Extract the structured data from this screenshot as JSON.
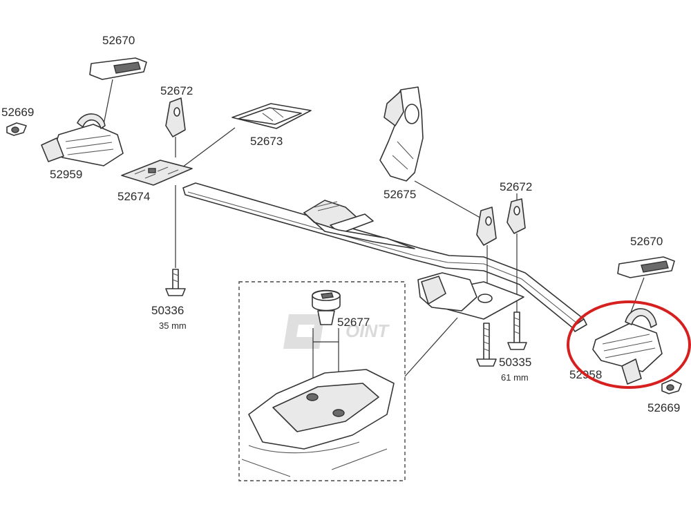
{
  "labels": {
    "p52670_left": "52670",
    "p52669_left": "52669",
    "p52959": "52959",
    "p52672_left": "52672",
    "p52673": "52673",
    "p52674": "52674",
    "p50336": "50336",
    "p50336_len": "35 mm",
    "p52675": "52675",
    "p52672_right": "52672",
    "p52670_right": "52670",
    "p52677": "52677",
    "p50335": "50335",
    "p50335_len": "61 mm",
    "p52958": "52958",
    "p52669_right": "52669"
  },
  "watermark": {
    "text": "OINT"
  },
  "colors": {
    "highlight": "#d6201f",
    "line": "#333333"
  }
}
